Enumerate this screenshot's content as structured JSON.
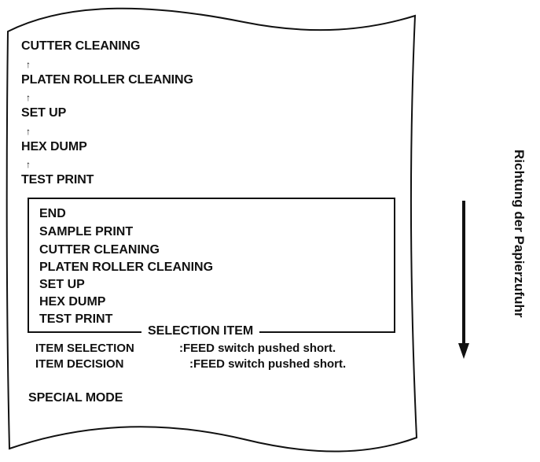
{
  "colors": {
    "ink": "#111111",
    "paper": "#ffffff"
  },
  "upper_sequence": [
    "CUTTER CLEANING",
    "PLATEN ROLLER CLEANING",
    "SET UP",
    "HEX DUMP",
    "TEST PRINT"
  ],
  "up_arrow_glyph": "↑",
  "selection_list": [
    "END",
    "SAMPLE PRINT",
    "CUTTER CLEANING",
    "PLATEN ROLLER CLEANING",
    "SET UP",
    "HEX DUMP",
    "TEST PRINT"
  ],
  "selection_caption": "SELECTION ITEM",
  "instructions": [
    {
      "label": "ITEM SELECTION",
      "value": ":FEED switch pushed short."
    },
    {
      "label": "ITEM DECISION",
      "value": ":FEED switch pushed short."
    }
  ],
  "mode_label": "SPECIAL MODE",
  "paper_direction_label": "Richtung der Papierzufuhr",
  "icons": {
    "paper": "torn-paper-icon",
    "direction": "down-arrow-icon"
  }
}
